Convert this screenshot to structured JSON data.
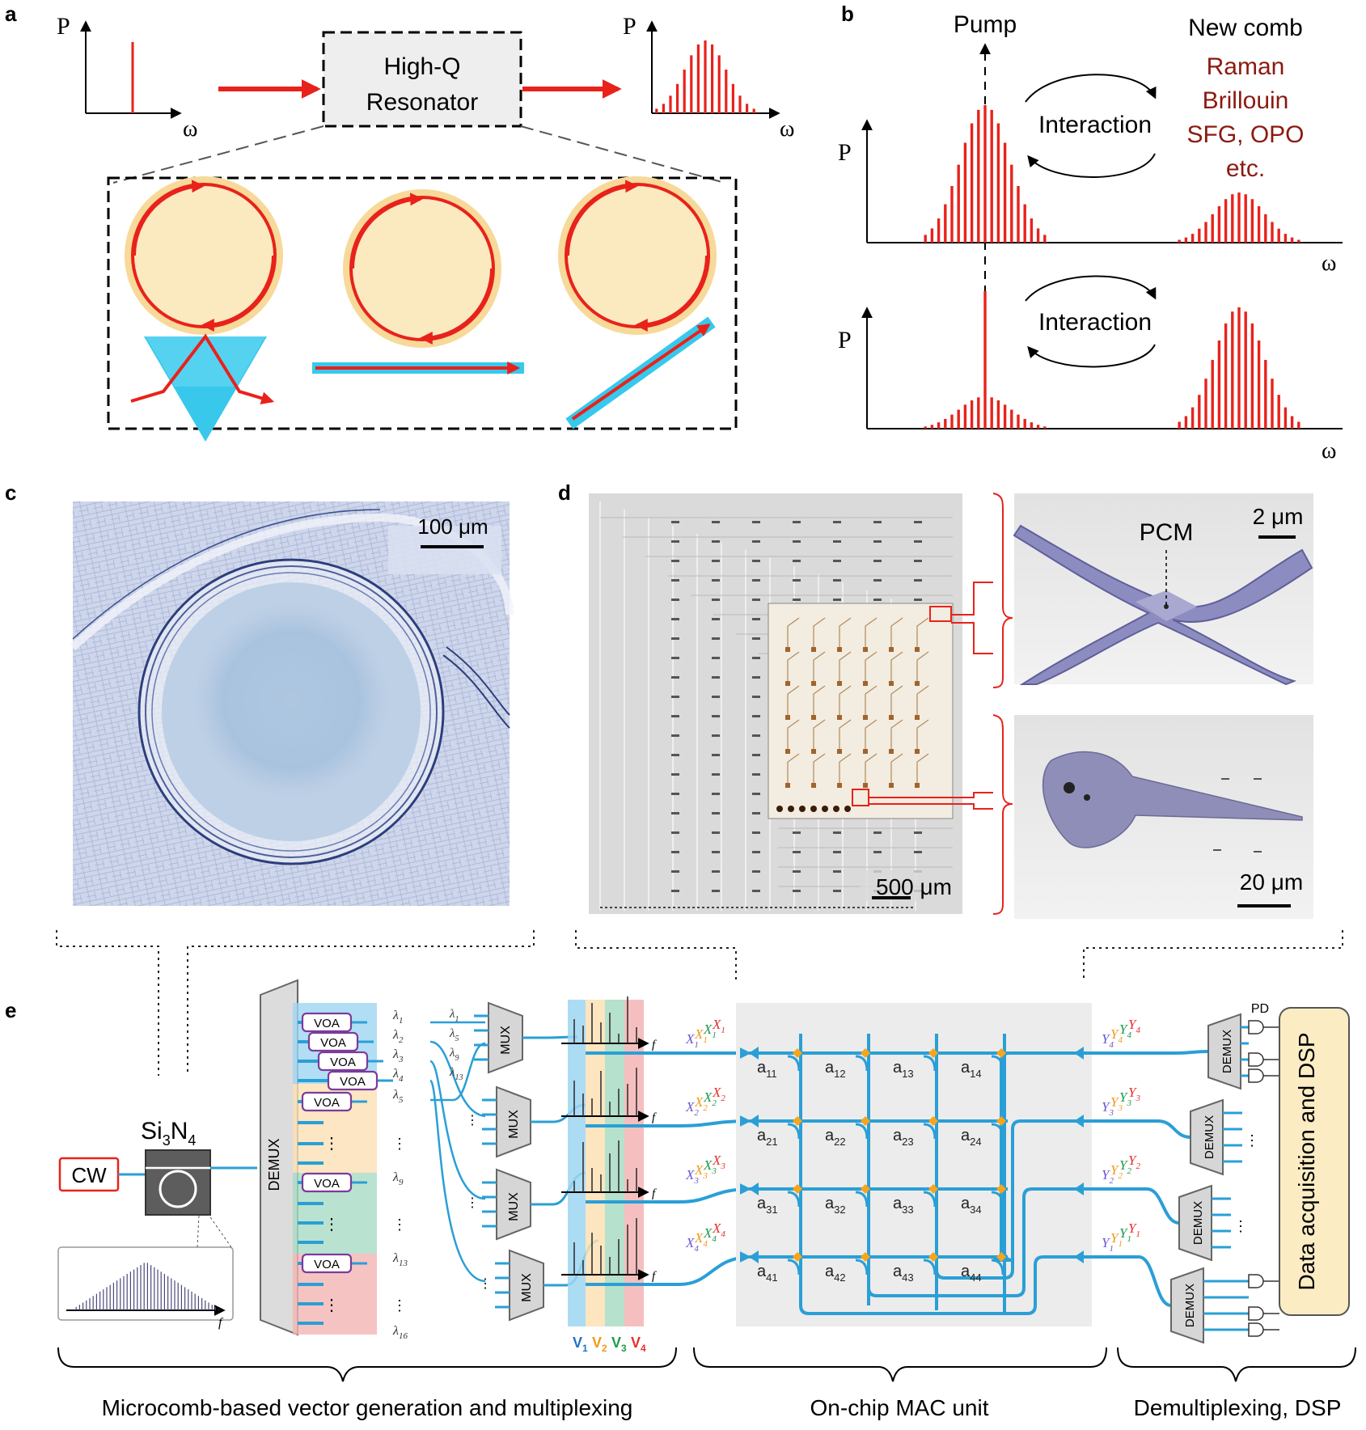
{
  "panels": {
    "a": "a",
    "b": "b",
    "c": "c",
    "d": "d",
    "e": "e"
  },
  "panel_a": {
    "axis_p": "P",
    "axis_w": "ω",
    "box_line1": "High-Q",
    "box_line2": "Resonator"
  },
  "panel_b": {
    "pump": "Pump",
    "new_comb": "New comb",
    "processes": [
      "Raman",
      "Brillouin",
      "SFG, OPO",
      "etc."
    ],
    "interaction": "Interaction",
    "axis_p": "P",
    "axis_w": "ω"
  },
  "panel_c": {
    "scale": "100 μm"
  },
  "panel_d": {
    "scale_main": "500 μm",
    "pcm": "PCM",
    "scale_top": "2 μm",
    "scale_bottom": "20 μm"
  },
  "panel_e": {
    "cw": "CW",
    "si3n4": "Si",
    "si3n4_sub3": "3",
    "si3n4_n": "N",
    "si3n4_sub4": "4",
    "demux": "DEMUX",
    "voa": "VOA",
    "mux": "MUX",
    "pd": "PD",
    "dsp": "Data acquisition and DSP",
    "f": "f",
    "dots": "⋮",
    "lambda": "λ",
    "lambda_in": [
      "1",
      "2",
      "3",
      "4",
      "5",
      "9",
      "13",
      "16"
    ],
    "lambda_out": [
      "1",
      "5",
      "9",
      "13"
    ],
    "v_labels": [
      "1",
      "2",
      "3",
      "4"
    ],
    "v_colors": [
      "#1e73c8",
      "#f29a18",
      "#1f9a4a",
      "#e8302c"
    ],
    "x_rows": [
      "1",
      "2",
      "3",
      "4"
    ],
    "y_rows": [
      "4",
      "3",
      "2",
      "1"
    ],
    "matrix": [
      [
        "11",
        "12",
        "13",
        "14"
      ],
      [
        "21",
        "22",
        "23",
        "24"
      ],
      [
        "31",
        "32",
        "33",
        "34"
      ],
      [
        "41",
        "42",
        "43",
        "44"
      ]
    ],
    "matrix_letter": "a",
    "x_letter": "X",
    "y_letter": "Y",
    "v_letter": "V"
  },
  "footer": {
    "left": "Microcomb-based vector generation and multiplexing",
    "mid": "On-chip MAC unit",
    "right": "Demultiplexing, DSP"
  },
  "colors": {
    "red": "#e8221b",
    "ring": "#f7d99a",
    "cyan": "#38c8ec",
    "wave": "#2a9fd6",
    "darkred": "#8b1a10"
  }
}
